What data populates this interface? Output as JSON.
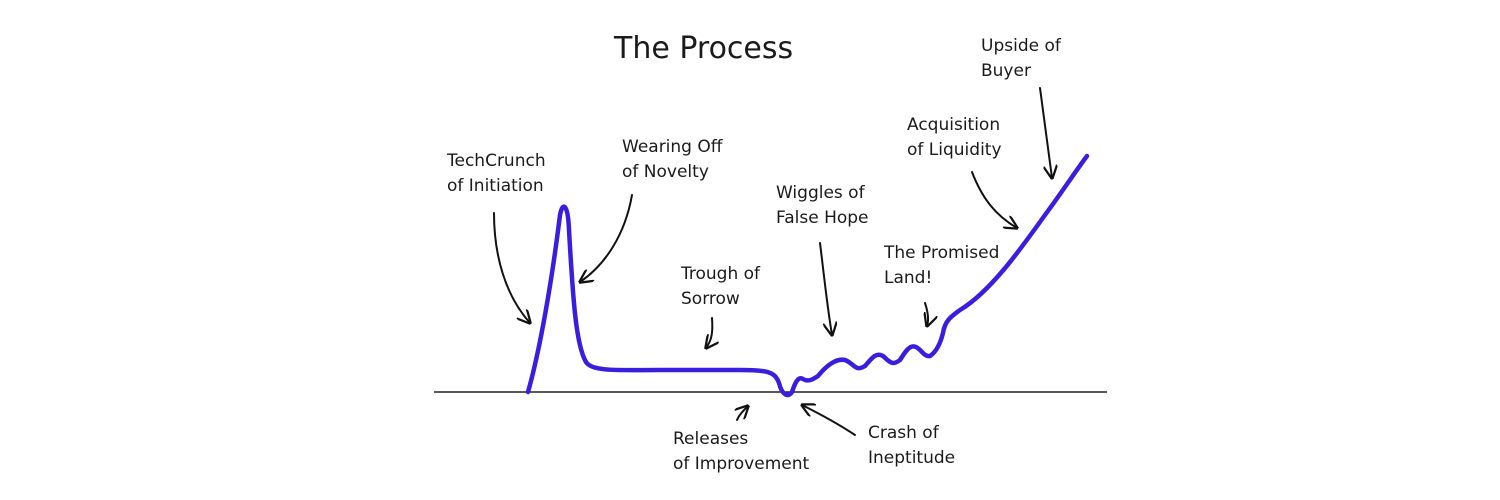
{
  "title": "The Process",
  "colors": {
    "curve": "#3a1ee0",
    "ink": "#111111"
  },
  "labels": {
    "upside": [
      "Upside of",
      "Buyer"
    ],
    "acquisition": [
      "Acquisition",
      "of Liquidity"
    ],
    "techcrunch": [
      "TechCrunch",
      "of Initiation"
    ],
    "wearing_off": [
      "Wearing Off",
      "of Novelty"
    ],
    "wiggles": [
      "Wiggles of",
      "False Hope"
    ],
    "promised_land": [
      "The Promised",
      "Land!"
    ],
    "trough": [
      "Trough of",
      "Sorrow"
    ],
    "releases": [
      "Releases",
      "of Improvement"
    ],
    "crash": [
      "Crash of",
      "Ineptitude"
    ]
  }
}
